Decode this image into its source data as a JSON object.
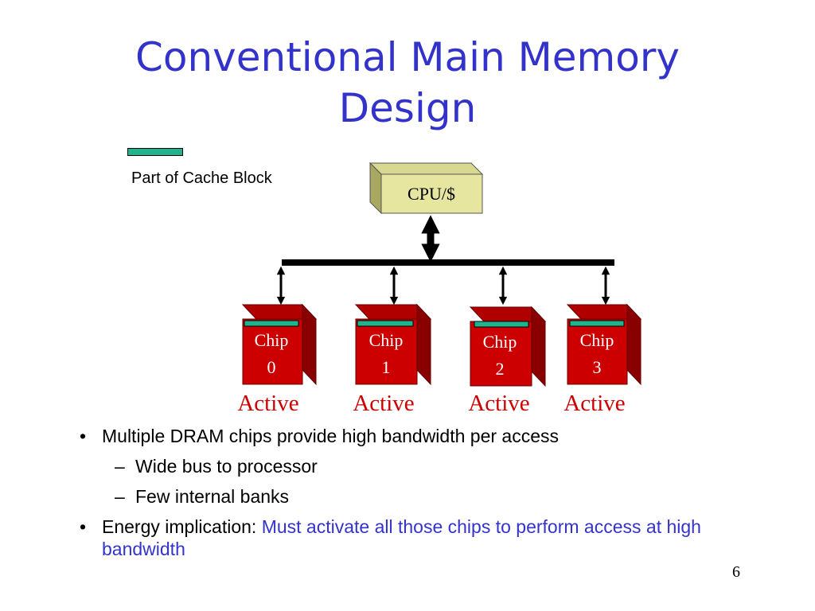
{
  "slide": {
    "title_line1": "Conventional Main Memory",
    "title_line2": "Design",
    "page_number": "6"
  },
  "legend": {
    "label": "Part of Cache Block",
    "color": "#1fb48c"
  },
  "diagram": {
    "cpu_label": "CPU/$",
    "chips": [
      {
        "line1": "Chip",
        "line2": "0",
        "status": "Active"
      },
      {
        "line1": "Chip",
        "line2": "1",
        "status": "Active"
      },
      {
        "line1": "Chip",
        "line2": "2",
        "status": "Active"
      },
      {
        "line1": "Chip",
        "line2": "3",
        "status": "Active"
      }
    ],
    "colors": {
      "chip_front": "#cc0000",
      "chip_side": "#990000",
      "cpu_face": "#e6e6a0",
      "status_text": "#cc0000"
    }
  },
  "bullets": [
    {
      "text": "Multiple DRAM chips provide high bandwidth per access",
      "subs": [
        "Wide bus to processor",
        "Few internal banks"
      ]
    },
    {
      "text": "Energy implication: ",
      "emphasis": "Must activate all those chips to perform access at high bandwidth"
    }
  ]
}
